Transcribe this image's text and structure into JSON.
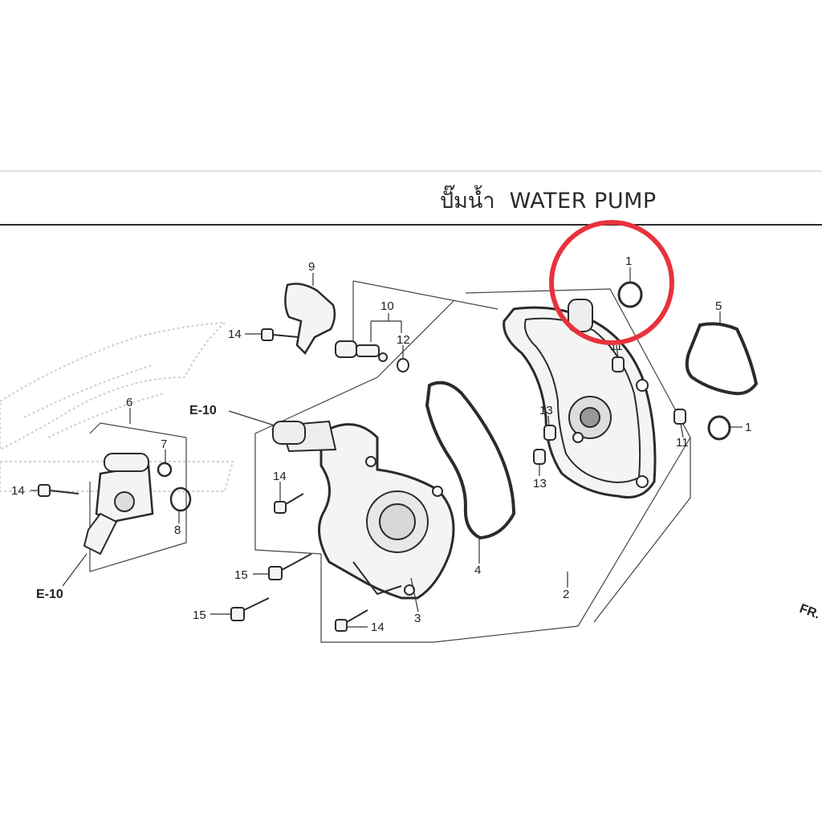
{
  "title": {
    "thai": "ปั๊มน้ำ",
    "english": "WATER PUMP"
  },
  "callouts": [
    "1",
    "1",
    "2",
    "3",
    "4",
    "5",
    "6",
    "7",
    "8",
    "9",
    "10",
    "11",
    "11",
    "12",
    "13",
    "13",
    "14",
    "14",
    "14",
    "14",
    "15",
    "15"
  ],
  "references": {
    "e10_top": "E-10",
    "e10_bottom": "E-10",
    "front": "FR."
  },
  "highlight": {
    "color": "#e8323c",
    "target_part": "1"
  },
  "colors": {
    "line": "#2b2b2b",
    "watermark": "#c9c9c9",
    "highlight": "#e8323c"
  }
}
